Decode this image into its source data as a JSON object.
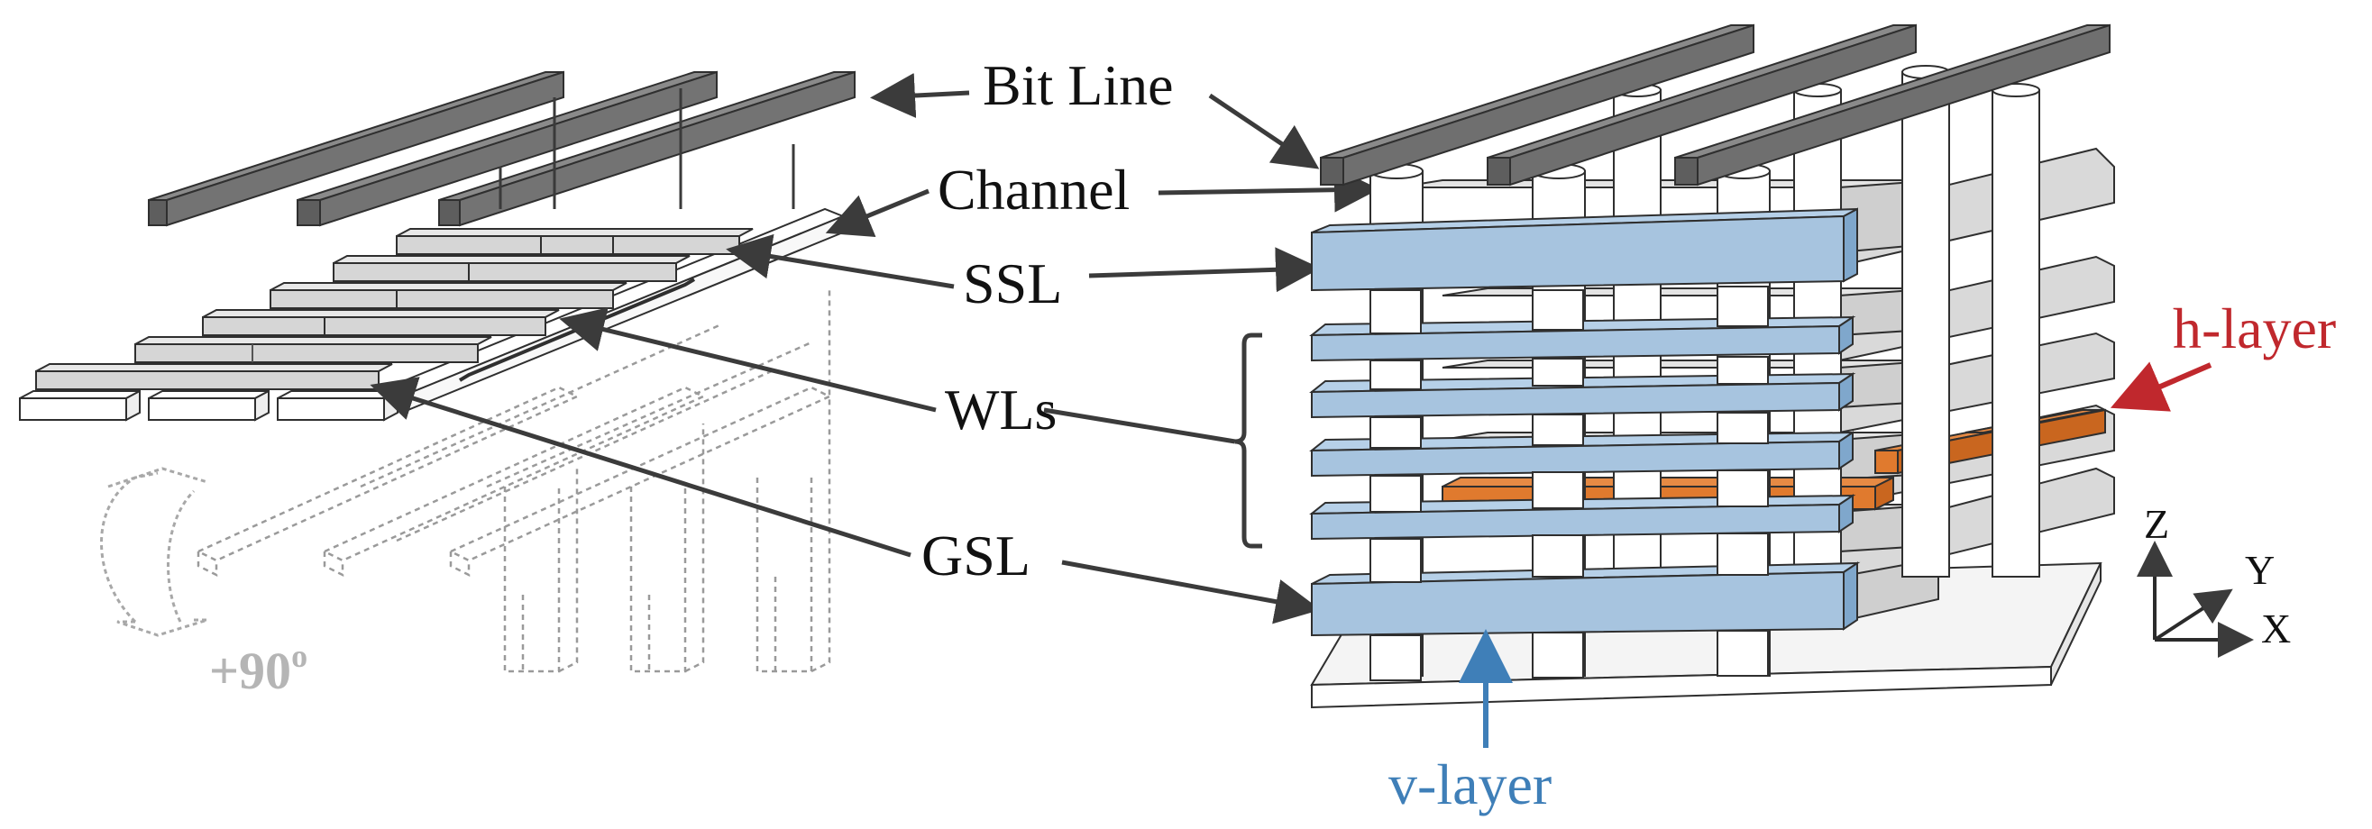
{
  "labels": {
    "bit_line": "Bit Line",
    "channel": "Channel",
    "ssl": "SSL",
    "wls": "WLs",
    "gsl": "GSL",
    "h_layer": "h-layer",
    "v_layer": "v-layer",
    "rotation": "+90",
    "rotation_sup": "o"
  },
  "axes": {
    "z": "Z",
    "y": "Y",
    "x": "X"
  },
  "colors": {
    "bit_line": "#6b6b6b",
    "word_plate": "#d6d6d6",
    "ssl_plate": "#a7c4df",
    "h_layer": "#e07a2e",
    "h_layer_arrow": "#c0282d",
    "v_layer_arrow": "#3f7fb8",
    "dashed": "#9a9a9a"
  },
  "icons": [
    "rotate-90-arrow-icon",
    "xyz-axes-icon"
  ]
}
